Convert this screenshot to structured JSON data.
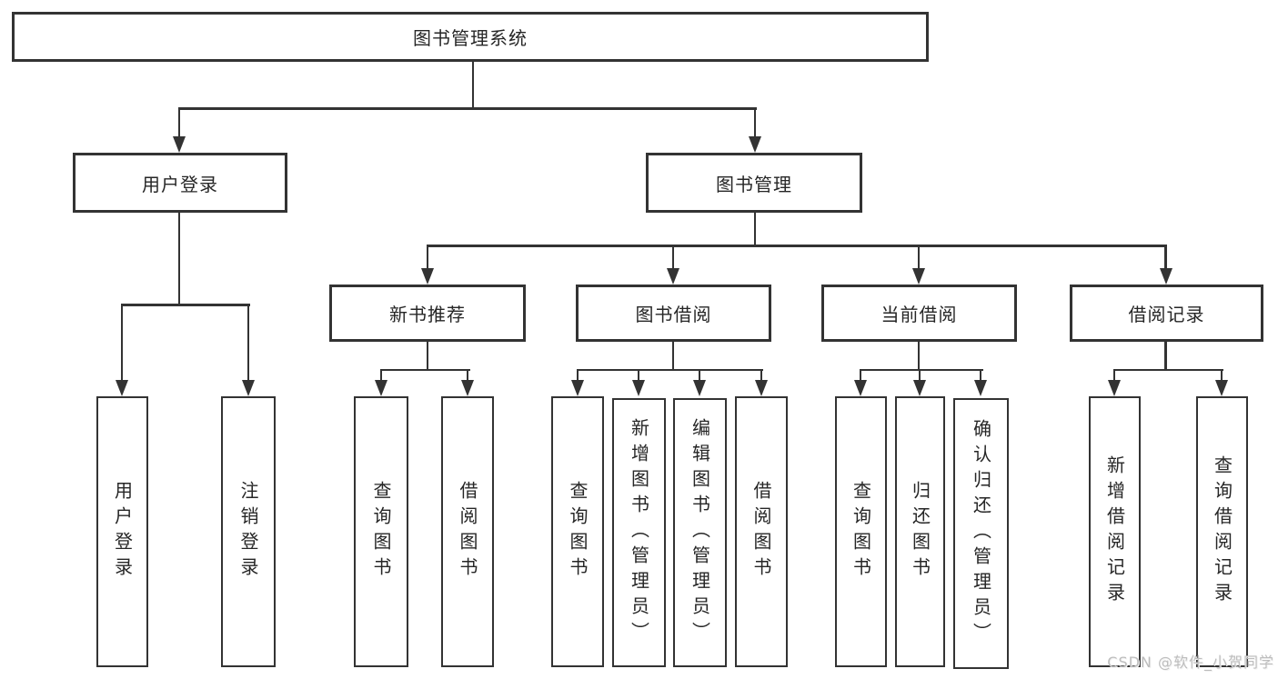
{
  "diagram": {
    "title": "图书管理系统",
    "watermark": "CSDN @软件_小贺同学",
    "colors": {
      "background": "#ffffff",
      "line": "#333333",
      "border": "#333333",
      "text": "#262626",
      "watermark": "#bdbdbd"
    },
    "nodes": {
      "root": {
        "label": "图书管理系统"
      },
      "user_login": {
        "label": "用户登录"
      },
      "book_mgmt": {
        "label": "图书管理"
      },
      "new_book_rec": {
        "label": "新书推荐"
      },
      "book_borrow": {
        "label": "图书借阅"
      },
      "current_borrow": {
        "label": "当前借阅"
      },
      "borrow_records": {
        "label": "借阅记录"
      },
      "leaf_user_login": {
        "label": "用户登录"
      },
      "leaf_logout": {
        "label": "注销登录"
      },
      "leaf_query_book_1": {
        "label": "查询图书"
      },
      "leaf_borrow_book_1": {
        "label": "借阅图书"
      },
      "leaf_query_book_2": {
        "label": "查询图书"
      },
      "leaf_add_book": {
        "label": "新增图书（管理员）"
      },
      "leaf_edit_book": {
        "label": "编辑图书（管理员）"
      },
      "leaf_borrow_book_2": {
        "label": "借阅图书"
      },
      "leaf_query_book_3": {
        "label": "查询图书"
      },
      "leaf_return_book": {
        "label": "归还图书"
      },
      "leaf_confirm_return": {
        "label": "确认归还（管理员）"
      },
      "leaf_add_record": {
        "label": "新增借阅记录"
      },
      "leaf_query_record": {
        "label": "查询借阅记录"
      }
    },
    "hierarchy": {
      "图书管理系统": {
        "用户登录": [
          "用户登录",
          "注销登录"
        ],
        "图书管理": {
          "新书推荐": [
            "查询图书",
            "借阅图书"
          ],
          "图书借阅": [
            "查询图书",
            "新增图书（管理员）",
            "编辑图书（管理员）",
            "借阅图书"
          ],
          "当前借阅": [
            "查询图书",
            "归还图书",
            "确认归还（管理员）"
          ],
          "借阅记录": [
            "新增借阅记录",
            "查询借阅记录"
          ]
        }
      }
    }
  }
}
